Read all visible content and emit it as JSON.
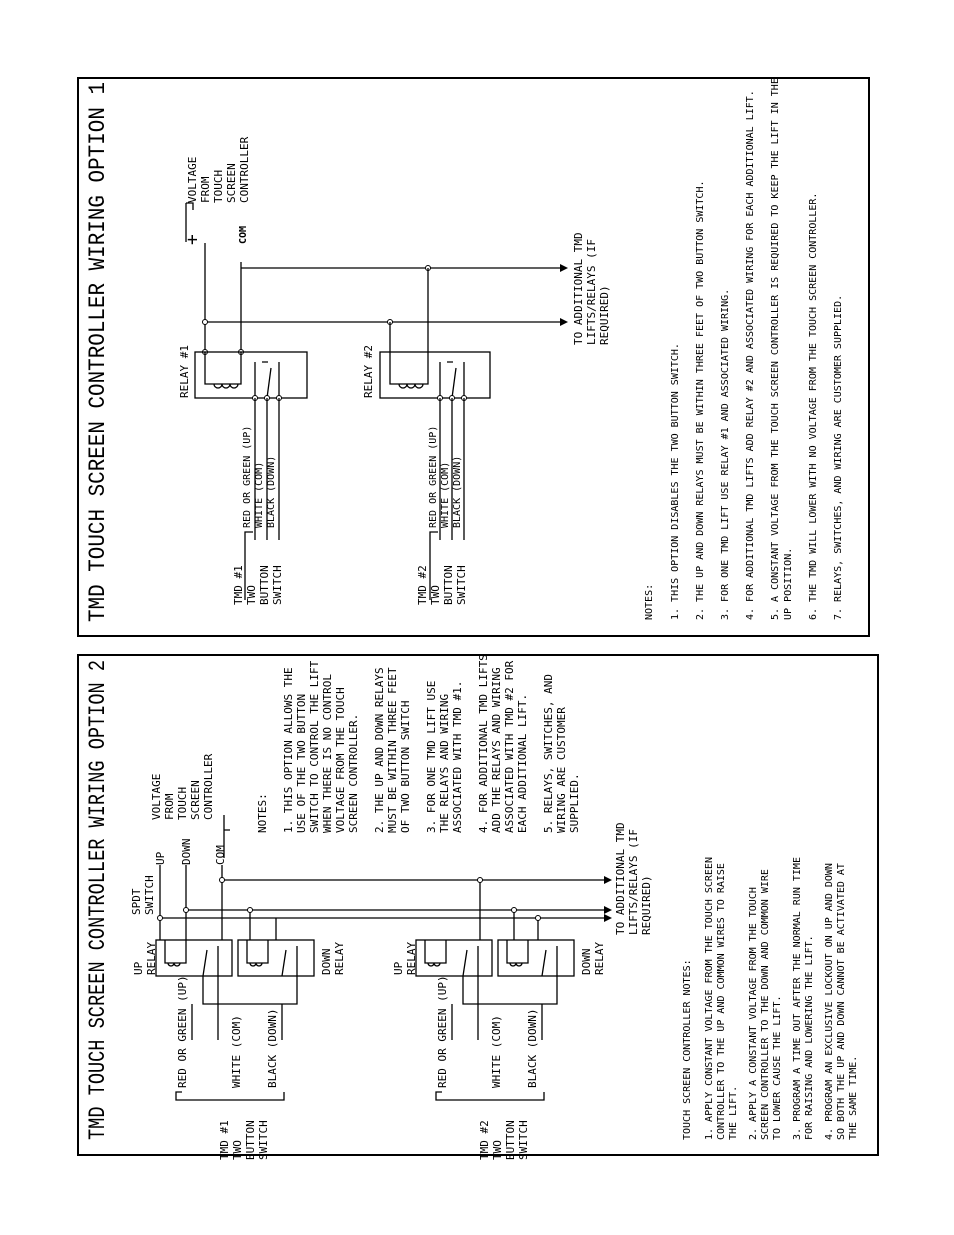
{
  "panel1": {
    "title": "TMD TOUCH SCREEN CONTROLLER WIRING OPTION 1",
    "voltage_label": [
      "VOLTAGE",
      "FROM",
      "TOUCH",
      "SCREEN",
      "CONTROLLER"
    ],
    "plus": "+",
    "com": "COM",
    "relay1": "RELAY #1",
    "relay2": "RELAY #2",
    "to_additional": [
      "TO ADDITIONAL TMD",
      "LIFTS/RELAYS (IF",
      "REQUIRED)"
    ],
    "tmd1": [
      "TMD #1",
      "TWO",
      "BUTTON",
      "SWITCH"
    ],
    "tmd2": [
      "TMD #2",
      "TWO",
      "BUTTON",
      "SWITCH"
    ],
    "wires": [
      "RED OR GREEN (UP)",
      "WHITE (COM)",
      "BLACK (DOWN)"
    ],
    "notes_heading": "NOTES:",
    "notes": [
      "1. THIS OPTION DISABLES THE TWO BUTTON SWITCH.",
      "2. THE UP AND DOWN RELAYS MUST BE WITHIN THREE FEET OF TWO BUTTON SWITCH.",
      "3. FOR ONE TMD LIFT USE RELAY #1 AND ASSOCIATED WIRING.",
      "4. FOR ADDITIONAL TMD LIFTS ADD RELAY #2 AND ASSOCIATED WIRING FOR EACH ADDITIONAL LIFT.",
      "5. A CONSTANT VOLTAGE FROM THE TOUCH SCREEN CONTROLLER IS REQUIRED TO KEEP THE LIFT IN THE",
      "UP POSITION.",
      "6. THE TMD WILL LOWER WITH NO VOLTAGE FROM THE TOUCH SCREEN CONTROLLER.",
      "7. RELAYS, SWITCHES, AND WIRING ARE CUSTOMER SUPPLIED."
    ]
  },
  "panel2": {
    "title": "TMD TOUCH SCREEN CONTROLLER WIRING OPTION 2",
    "spdt": [
      "SPDT",
      "SWITCH"
    ],
    "up": "UP",
    "down": "DOWN",
    "com": "COM",
    "voltage_label": [
      "VOLTAGE",
      "FROM",
      "TOUCH",
      "SCREEN",
      "CONTROLLER"
    ],
    "up_relay": [
      "UP",
      "RELAY"
    ],
    "down_relay": [
      "DOWN",
      "RELAY"
    ],
    "to_additional": [
      "TO ADDITIONAL TMD",
      "LIFTS/RELAYS (IF",
      "REQUIRED)"
    ],
    "tmd1": [
      "TMD #1",
      "TWO",
      "BUTTON",
      "SWITCH"
    ],
    "tmd2": [
      "TMD #2",
      "TWO",
      "BUTTON",
      "SWITCH"
    ],
    "wires": [
      "RED OR GREEN (UP)",
      "WHITE (COM)",
      "BLACK (DOWN)"
    ],
    "notes_heading": "NOTES:",
    "notes": [
      "1. THIS OPTION ALLOWS THE",
      "USE OF THE TWO BUTTON",
      "SWITCH TO CONTROL THE LIFT",
      "WHEN THERE IS NO CONTROL",
      "VOLTAGE FROM THE TOUCH",
      "SCREEN CONTROLLER.",
      "2. THE UP AND DOWN RELAYS",
      "MUST BE WITHIN THREE FEET",
      "OF TWO BUTTON SWITCH",
      "3. FOR ONE TMD LIFT USE",
      "THE RELAYS AND WIRING",
      "ASSOCIATED WITH TMD #1.",
      "4. FOR ADDITIONAL TMD LIFTS",
      "ADD THE RELAYS AND WIRING",
      "ASSOCIATED WITH TMD #2 FOR",
      "EACH ADDITIONAL LIFT.",
      "5. RELAYS, SWITCHES, AND",
      "WIRING ARE CUSTOMER",
      "SUPPLIED."
    ],
    "tsc_heading": "TOUCH SCREEN CONTROLLER NOTES:",
    "tsc_notes": [
      "1. APPLY CONSTANT VOLTAGE FROM THE TOUCH SCREEN",
      "CONTROLLER TO THE UP AND COMMON WIRES TO RAISE",
      "THE LIFT.",
      "2. APPLY A CONSTANT VOLTAGE FROM THE TOUCH",
      "SCREEN CONTROLLER TO THE DOWN AND COMMON WIRE",
      "TO LOWER CAUSE THE LIFT.",
      "3. PROGRAM A TIME OUT AFTER THE NORMAL RUN TIME",
      "FOR RAISING AND LOWERING THE LIFT.",
      "4. PROGRAM AN EXCLUSIVE LOCKOUT ON UP AND DOWN",
      "SO BOTH THE UP AND DOWN CANNOT BE ACTIVATED AT",
      "THE SAME TIME."
    ]
  }
}
